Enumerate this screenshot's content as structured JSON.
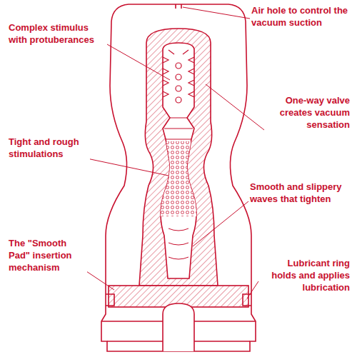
{
  "diagram": {
    "labels": [
      "Air hole to control the vacuum suction",
      "Complex stimulus with protuberances",
      "One-way valve creates vacuum sensation",
      "Tight and rough stimulations",
      "Smooth and slippery waves that tighten",
      "The \"Smooth Pad\" insertion mechanism",
      "Lubricant ring holds and applies lubrication"
    ]
  }
}
